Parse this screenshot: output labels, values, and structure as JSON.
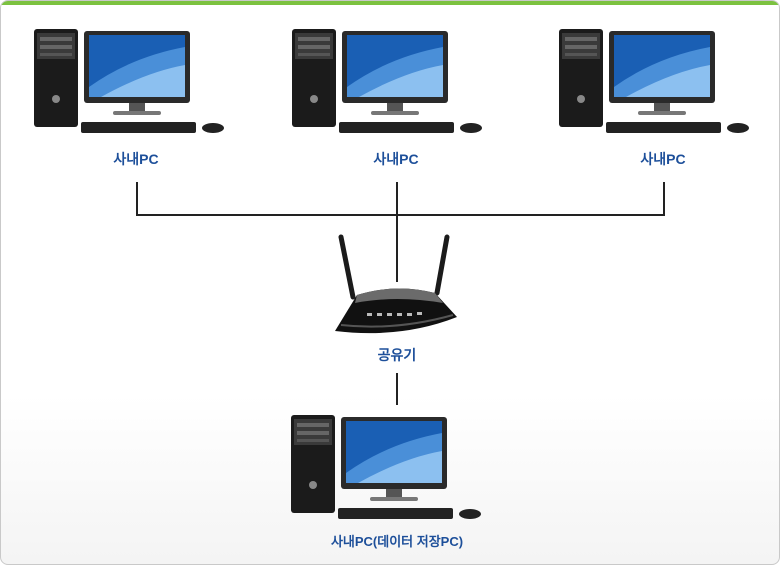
{
  "colors": {
    "accent_bar": "#7cc240",
    "label": "#1d4f9a",
    "line": "#222222"
  },
  "nodes": {
    "pc1": {
      "label": "사내PC",
      "icon": "desktop-computer-icon"
    },
    "pc2": {
      "label": "사내PC",
      "icon": "desktop-computer-icon"
    },
    "pc3": {
      "label": "사내PC",
      "icon": "desktop-computer-icon"
    },
    "router": {
      "label": "공유기",
      "icon": "wireless-router-icon"
    },
    "storage_pc": {
      "label": "사내PC(데이터 저장PC)",
      "icon": "desktop-computer-icon"
    }
  }
}
